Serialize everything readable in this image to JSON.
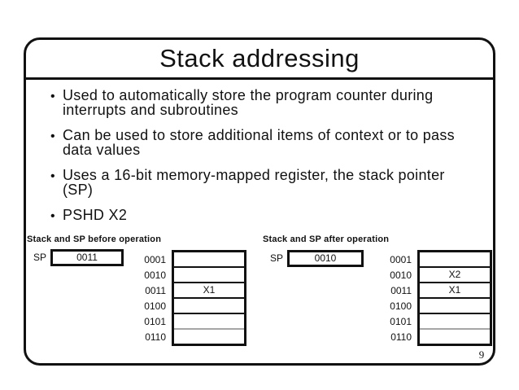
{
  "slide": {
    "title": "Stack addressing",
    "page_number": "9",
    "bullets": [
      {
        "lines": [
          "Used to automatically store the program counter during",
          "interrupts and subroutines"
        ]
      },
      {
        "lines": [
          "Can be used to store additional items of context or to pass",
          "data values"
        ]
      },
      {
        "lines": [
          "Uses a 16-bit memory-mapped register, the stack pointer",
          "(SP)"
        ]
      },
      {
        "lines": [
          "PSHD X2"
        ]
      }
    ],
    "diagrams": {
      "before": {
        "heading": "Stack and SP before operation",
        "sp_label": "SP",
        "sp_value": "0011",
        "rows": [
          {
            "addr": "0001",
            "value": ""
          },
          {
            "addr": "0010",
            "value": ""
          },
          {
            "addr": "0011",
            "value": "X1"
          },
          {
            "addr": "0100",
            "value": ""
          },
          {
            "addr": "0101",
            "value": ""
          },
          {
            "addr": "0110",
            "value": ""
          }
        ]
      },
      "after": {
        "heading": "Stack and SP after operation",
        "sp_label": "SP",
        "sp_value": "0010",
        "rows": [
          {
            "addr": "0001",
            "value": ""
          },
          {
            "addr": "0010",
            "value": "X2"
          },
          {
            "addr": "0011",
            "value": "X1"
          },
          {
            "addr": "0100",
            "value": ""
          },
          {
            "addr": "0101",
            "value": ""
          },
          {
            "addr": "0110",
            "value": ""
          }
        ]
      }
    },
    "colors": {
      "ink": "#111111",
      "background": "#ffffff",
      "muted_divider": "#a6a6a6"
    }
  }
}
